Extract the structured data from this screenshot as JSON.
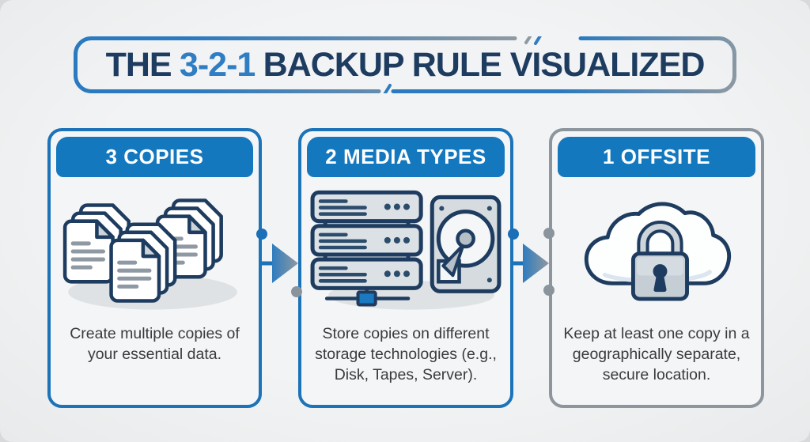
{
  "title": {
    "prefix": "THE",
    "highlight": "3-2-1",
    "suffix": "BACKUP RULE VISUALIZED"
  },
  "cards": [
    {
      "header": "3 COPIES",
      "description": "Create multiple copies of your essential data.",
      "icon": "documents-stack-icon"
    },
    {
      "header": "2 MEDIA TYPES",
      "description": "Store copies on different storage technologies (e.g., Disk, Tapes, Server).",
      "icon": "server-disk-icon"
    },
    {
      "header": "1 OFFSITE",
      "description": "Keep at least one copy in a geographically separate, secure location.",
      "icon": "cloud-lock-icon"
    }
  ],
  "colors": {
    "header_blue": "#1478be",
    "card_border_blue": "#1c73b8",
    "card_border_gray": "#8d969e",
    "title_navy": "#1d3c60",
    "title_highlight_blue": "#2f7dc3",
    "icon_outline_navy": "#1e3c5f",
    "arrow_gradient_start": "#2e7cc0",
    "arrow_gradient_end": "#8f98a0",
    "node_dot_blue": "#1b6fb6",
    "node_dot_gray": "#8a949c",
    "background": "#eceded",
    "card_background": "#f4f5f6"
  }
}
